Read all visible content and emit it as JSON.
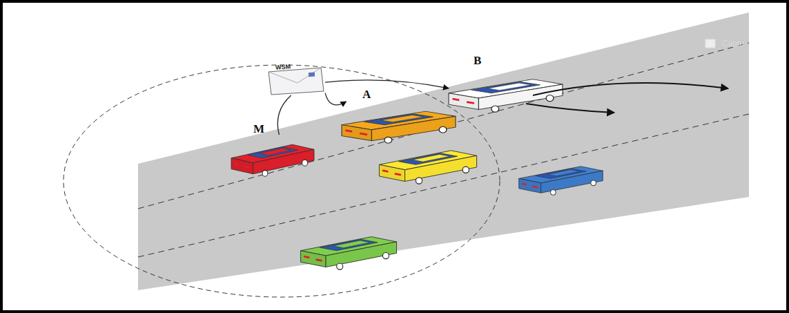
{
  "diagram": {
    "nodes": [
      {
        "text": [
          "WSM"
        ]
      },
      {
        "text": [
          "M"
        ]
      },
      {
        "text": [
          "A"
        ]
      },
      {
        "text": [
          "B"
        ]
      }
    ],
    "edges": [
      {
        "from": 1,
        "to": 0,
        "arrow": "none"
      },
      {
        "from": 0,
        "to": 2,
        "arrow": "to"
      },
      {
        "from": 0,
        "to": 3,
        "arrow": "to"
      }
    ],
    "labels": [
      "Captu"
    ]
  }
}
